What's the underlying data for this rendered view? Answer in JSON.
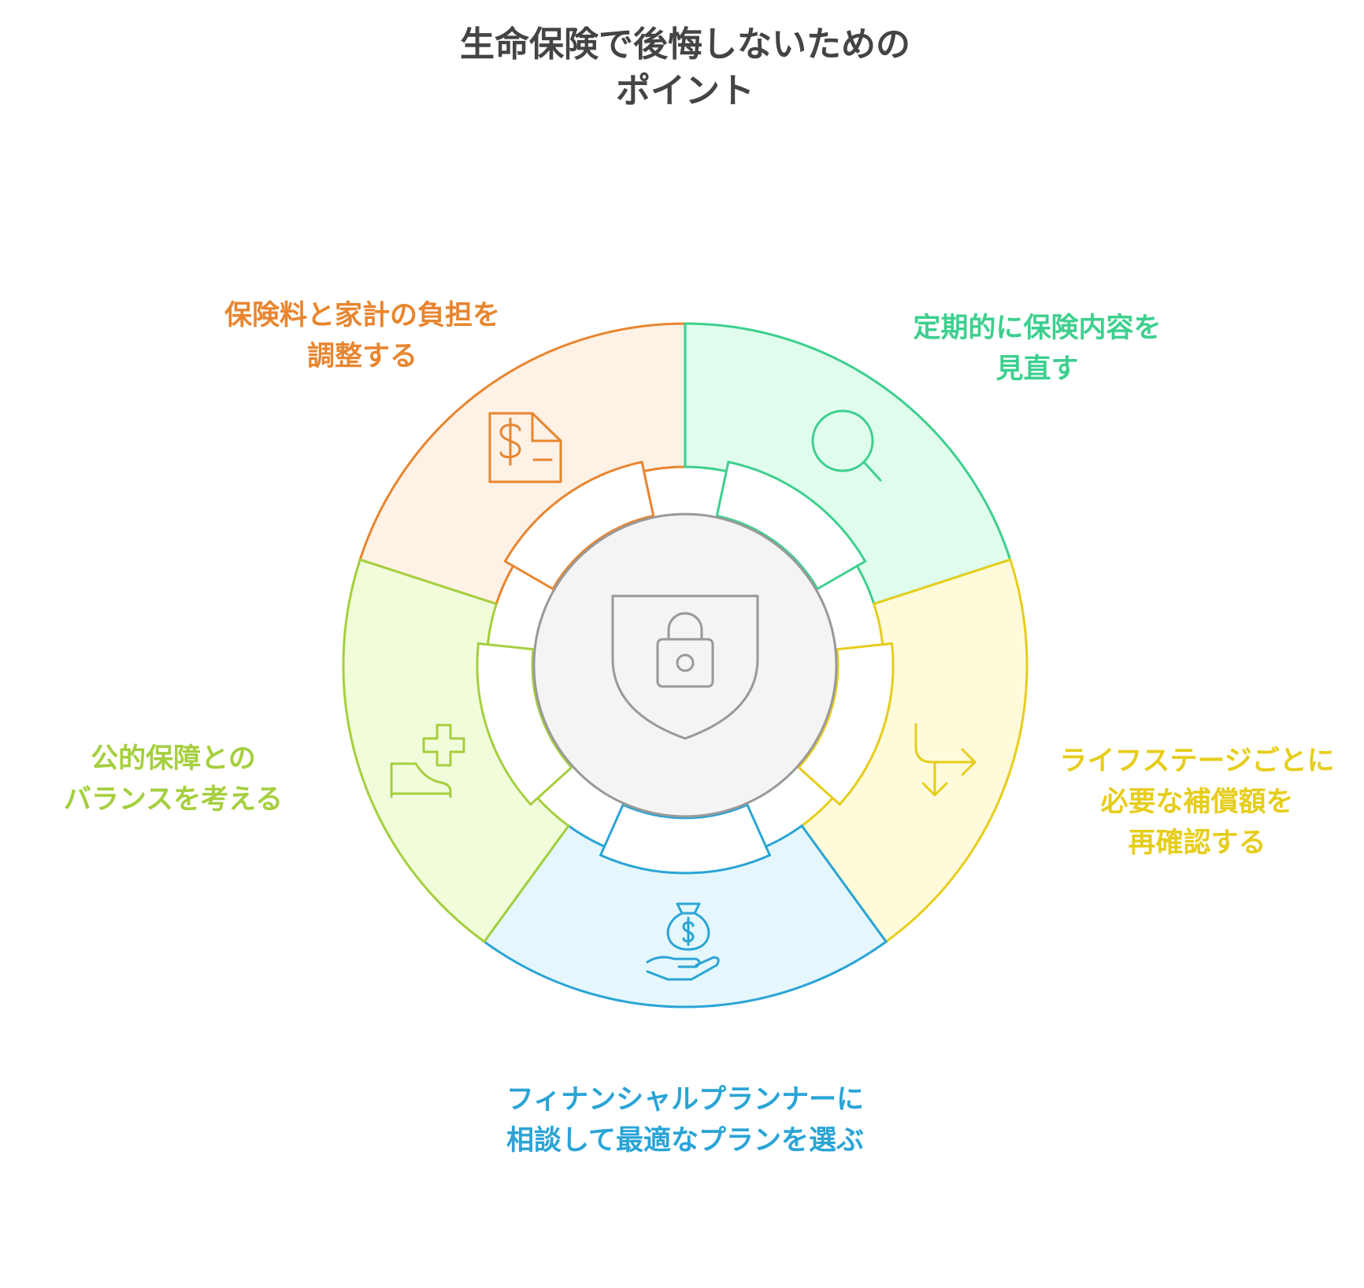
{
  "title": {
    "line1": "生命保険で後悔しないための",
    "line2": "ポイント"
  },
  "center": {
    "icon": "shield-lock-icon",
    "fill": "#F4F4F4",
    "stroke": "#999999"
  },
  "segments": [
    {
      "id": "adjust",
      "label_lines": [
        "保険料と家計の負担を",
        "調整する"
      ],
      "color": "#E8852F",
      "fill": "#FEF1E5",
      "icon": "dollar-document-icon"
    },
    {
      "id": "review",
      "label_lines": [
        "定期的に保険内容を",
        "見直す"
      ],
      "color": "#3ECF8E",
      "fill": "#DFFCEC",
      "icon": "magnifier-icon"
    },
    {
      "id": "lifestage",
      "label_lines": [
        "ライフステージごとに",
        "必要な補償額を",
        "再確認する"
      ],
      "color": "#E6CD1B",
      "fill": "#FFFAD9",
      "icon": "branch-arrow-icon"
    },
    {
      "id": "planner",
      "label_lines": [
        "フィナンシャルプランナーに",
        "相談して最適なプランを選ぶ"
      ],
      "color": "#2AA4D6",
      "fill": "#E5F7FD",
      "icon": "money-bag-hand-icon"
    },
    {
      "id": "public",
      "label_lines": [
        "公的保障との",
        "バランスを考える"
      ],
      "color": "#A5CF3E",
      "fill": "#F1FCDB",
      "icon": "hand-plus-icon"
    }
  ]
}
